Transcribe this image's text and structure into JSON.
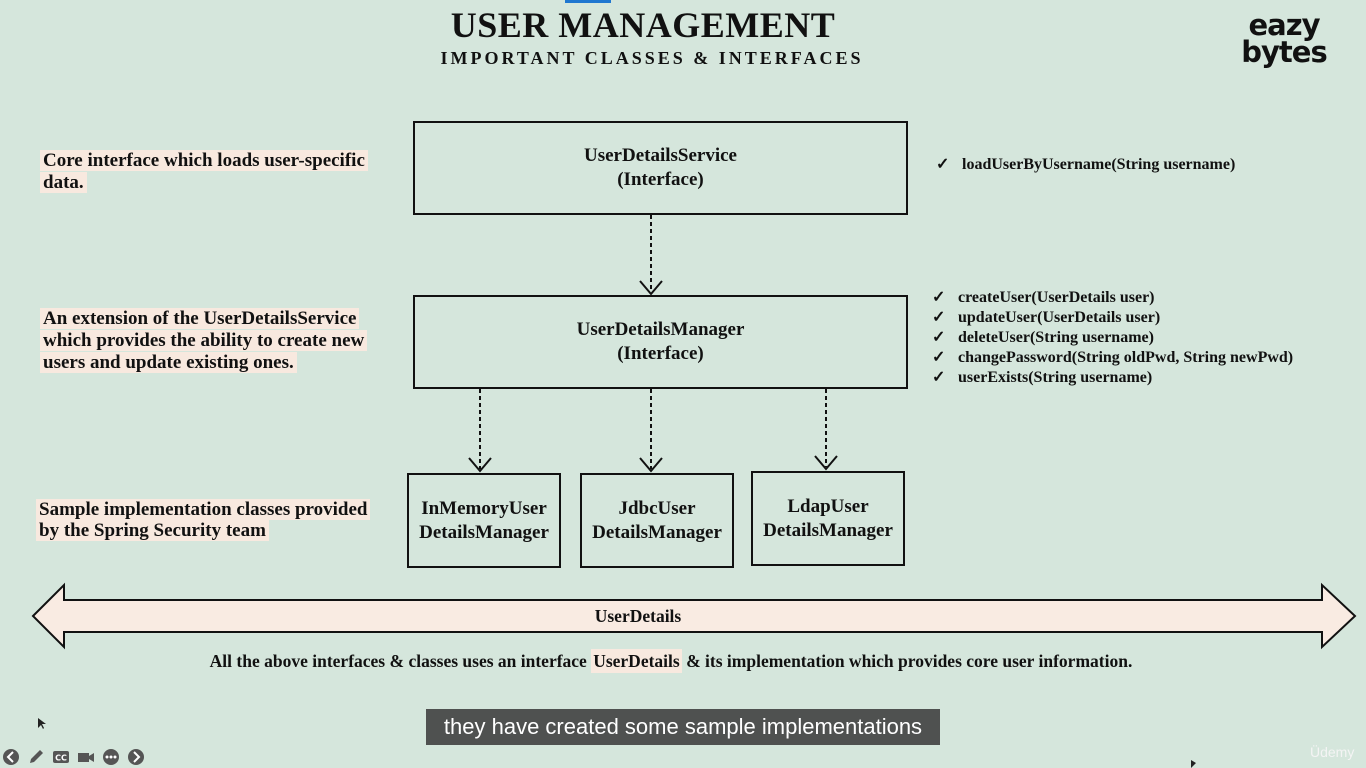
{
  "header": {
    "title": "USER MANAGEMENT",
    "subtitle": "IMPORTANT CLASSES & INTERFACES",
    "logo_line1": "eazy",
    "logo_line2": "bytes"
  },
  "notes": {
    "core": "Core interface which loads user-specific data.",
    "extension": "An extension of the UserDetailsService which provides the ability to create new users and update existing ones.",
    "samples": "Sample implementation classes provided by the Spring Security team"
  },
  "boxes": {
    "service": {
      "line1": "UserDetailsService",
      "line2": "(Interface)"
    },
    "manager": {
      "line1": "UserDetailsManager",
      "line2": "(Interface)"
    },
    "inmemory": {
      "line1": "InMemoryUser",
      "line2": "DetailsManager"
    },
    "jdbc": {
      "line1": "JdbcUser",
      "line2": "DetailsManager"
    },
    "ldap": {
      "line1": "LdapUser",
      "line2": "DetailsManager"
    }
  },
  "service_methods": [
    "loadUserByUsername(String username)"
  ],
  "manager_methods": [
    "createUser(UserDetails user)",
    "updateUser(UserDetails user)",
    "deleteUser(String username)",
    "changePassword(String oldPwd, String newPwd)",
    "userExists(String username)"
  ],
  "check_glyph": "✓",
  "arrow_label": "UserDetails",
  "footer": {
    "before": "All the above interfaces & classes uses an interface ",
    "highlight": "UserDetails",
    "after": " & its implementation which provides core user information."
  },
  "caption": "they have created some sample implementations",
  "watermark": "Üdemy",
  "controls": [
    "back-icon",
    "pen-icon",
    "cc-icon",
    "camera-icon",
    "more-icon",
    "forward-icon"
  ],
  "colors": {
    "background": "#d5e6dc",
    "highlight": "#f8e9df",
    "arrow_fill": "#f9ebe2",
    "accent": "#1f77d0"
  }
}
